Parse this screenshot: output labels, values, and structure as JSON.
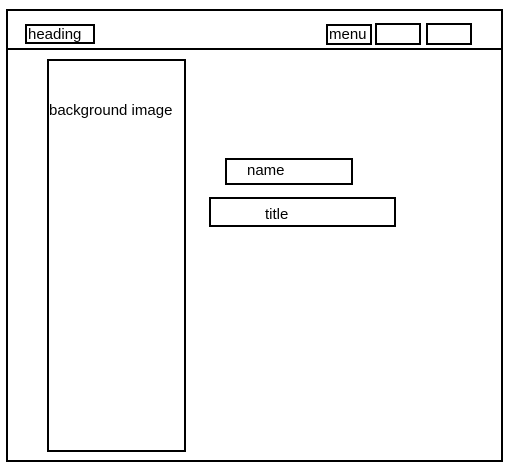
{
  "header": {
    "heading": "heading",
    "menu": "menu"
  },
  "main": {
    "background_image_label": "background image",
    "name_label": "name",
    "title_label": "title"
  }
}
